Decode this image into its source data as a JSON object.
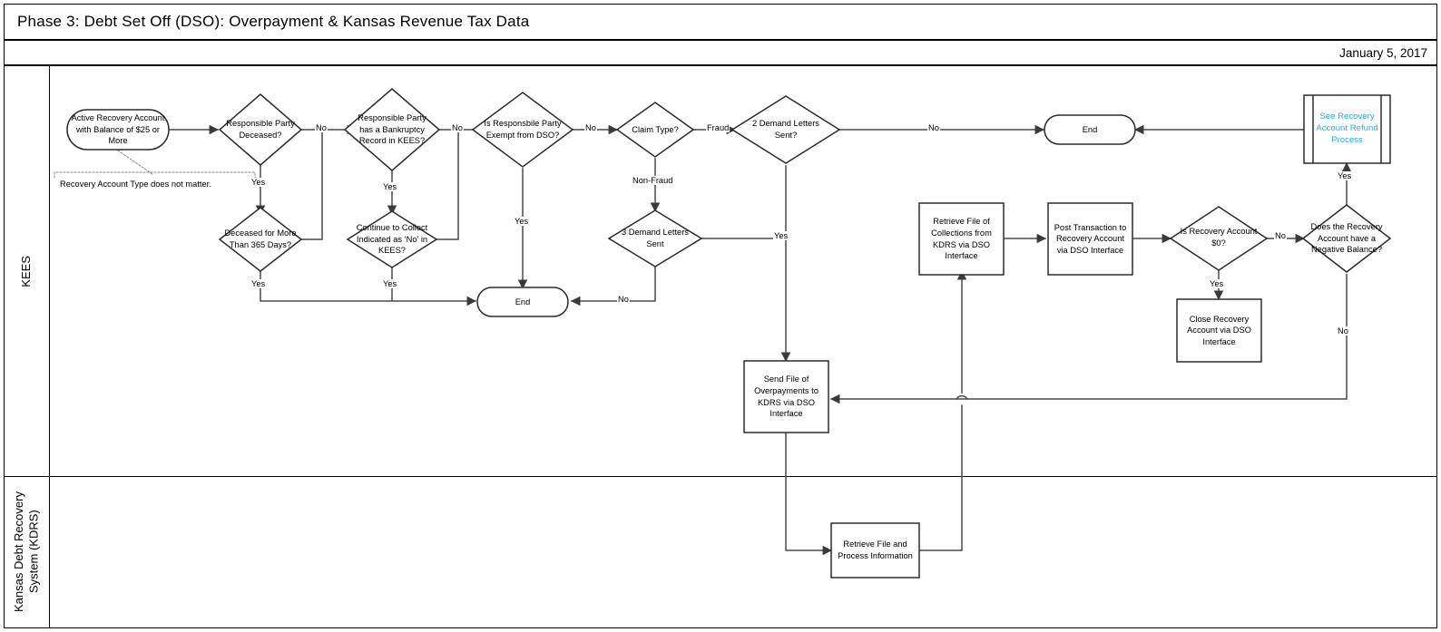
{
  "header": {
    "title": "Phase 3: Debt Set Off (DSO): Overpayment & Kansas Revenue Tax Data",
    "date": "January 5, 2017"
  },
  "lanes": [
    {
      "id": "kees",
      "label": "KEES"
    },
    {
      "id": "kdrs",
      "label": "Kansas Debt Recovery System (KDRS)"
    }
  ],
  "annotations": [
    {
      "id": "note-account-type",
      "text": "Recovery Account Type does not matter."
    }
  ],
  "chart_data": {
    "type": "diagram",
    "title": "Phase 3: Debt Set Off (DSO): Overpayment & Kansas Revenue Tax Data",
    "nodes": [
      {
        "id": "start",
        "shape": "terminator",
        "lane": "kees",
        "text": "Active Recovery Account with Balance of $25 or More"
      },
      {
        "id": "d-deceased",
        "shape": "decision",
        "lane": "kees",
        "text": "Responsible Party Deceased?"
      },
      {
        "id": "d-365",
        "shape": "decision",
        "lane": "kees",
        "text": "Deceased for More Than 365 Days?"
      },
      {
        "id": "d-bankruptcy",
        "shape": "decision",
        "lane": "kees",
        "text": "Responsible Party has a Bankruptcy Record in KEES?"
      },
      {
        "id": "d-continue",
        "shape": "decision",
        "lane": "kees",
        "text": "Continue to Collect Indicated as ‘No’ in KEES?"
      },
      {
        "id": "d-exempt",
        "shape": "decision",
        "lane": "kees",
        "text": "Is Responsbile Party Exempt from DSO?"
      },
      {
        "id": "d-claimtype",
        "shape": "decision",
        "lane": "kees",
        "text": "Claim Type?"
      },
      {
        "id": "d-3letters",
        "shape": "decision",
        "lane": "kees",
        "text": "3 Demand Letters Sent"
      },
      {
        "id": "d-2letters",
        "shape": "decision",
        "lane": "kees",
        "text": "2 Demand Letters Sent?"
      },
      {
        "id": "end-left",
        "shape": "terminator",
        "lane": "kees",
        "text": "End"
      },
      {
        "id": "end-right",
        "shape": "terminator",
        "lane": "kees",
        "text": "End"
      },
      {
        "id": "p-sendfile",
        "shape": "process",
        "lane": "kees",
        "text": "Send File of Overpayments to KDRS via DSO Interface"
      },
      {
        "id": "p-retrieve-coll",
        "shape": "process",
        "lane": "kees",
        "text": "Retrieve File of Collections from KDRS via DSO Interface"
      },
      {
        "id": "p-post-trans",
        "shape": "process",
        "lane": "kees",
        "text": "Post Transaction to Recovery Account via DSO Interface"
      },
      {
        "id": "d-zero",
        "shape": "decision",
        "lane": "kees",
        "text": "Is Recovery Account $0?"
      },
      {
        "id": "p-close",
        "shape": "process",
        "lane": "kees",
        "text": "Close Recovery Account via DSO Interface"
      },
      {
        "id": "d-negative",
        "shape": "decision",
        "lane": "kees",
        "text": "Does the Recovery Account have a Negative Balance?"
      },
      {
        "id": "sub-refund",
        "shape": "predefined-process",
        "lane": "kees",
        "text": "See Recovery Account Refund Process",
        "color": "#29ABE2"
      },
      {
        "id": "p-kdrs-retrieve",
        "shape": "process",
        "lane": "kdrs",
        "text": "Retrieve File and Process Information"
      }
    ],
    "edges": [
      {
        "from": "start",
        "to": "d-deceased",
        "label": ""
      },
      {
        "from": "d-deceased",
        "to": "d-bankruptcy",
        "label": "No"
      },
      {
        "from": "d-deceased",
        "to": "d-365",
        "label": "Yes"
      },
      {
        "from": "d-365",
        "to": "d-bankruptcy",
        "label": "No"
      },
      {
        "from": "d-365",
        "to": "end-left",
        "label": "Yes"
      },
      {
        "from": "d-bankruptcy",
        "to": "d-exempt",
        "label": "No"
      },
      {
        "from": "d-bankruptcy",
        "to": "d-continue",
        "label": "Yes"
      },
      {
        "from": "d-continue",
        "to": "d-exempt",
        "label": "No"
      },
      {
        "from": "d-continue",
        "to": "end-left",
        "label": "Yes"
      },
      {
        "from": "d-exempt",
        "to": "d-claimtype",
        "label": "No"
      },
      {
        "from": "d-exempt",
        "to": "end-left",
        "label": "Yes"
      },
      {
        "from": "d-claimtype",
        "to": "d-2letters",
        "label": "Fraud"
      },
      {
        "from": "d-claimtype",
        "to": "d-3letters",
        "label": "Non-Fraud"
      },
      {
        "from": "d-3letters",
        "to": "end-left",
        "label": "No"
      },
      {
        "from": "d-3letters",
        "to": "p-sendfile",
        "label": "Yes"
      },
      {
        "from": "d-2letters",
        "to": "end-right",
        "label": "No"
      },
      {
        "from": "d-2letters",
        "to": "p-sendfile",
        "label": "Yes"
      },
      {
        "from": "p-sendfile",
        "to": "p-kdrs-retrieve",
        "label": ""
      },
      {
        "from": "p-kdrs-retrieve",
        "to": "p-retrieve-coll",
        "label": ""
      },
      {
        "from": "p-retrieve-coll",
        "to": "p-post-trans",
        "label": ""
      },
      {
        "from": "p-post-trans",
        "to": "d-zero",
        "label": ""
      },
      {
        "from": "d-zero",
        "to": "p-close",
        "label": "Yes"
      },
      {
        "from": "d-zero",
        "to": "d-negative",
        "label": "No"
      },
      {
        "from": "d-negative",
        "to": "sub-refund",
        "label": "Yes"
      },
      {
        "from": "d-negative",
        "to": "p-sendfile",
        "label": "No"
      },
      {
        "from": "sub-refund",
        "to": "end-right",
        "label": ""
      }
    ]
  },
  "labels": {
    "yes": "Yes",
    "no": "No",
    "fraud": "Fraud",
    "non_fraud": "Non-Fraud"
  }
}
